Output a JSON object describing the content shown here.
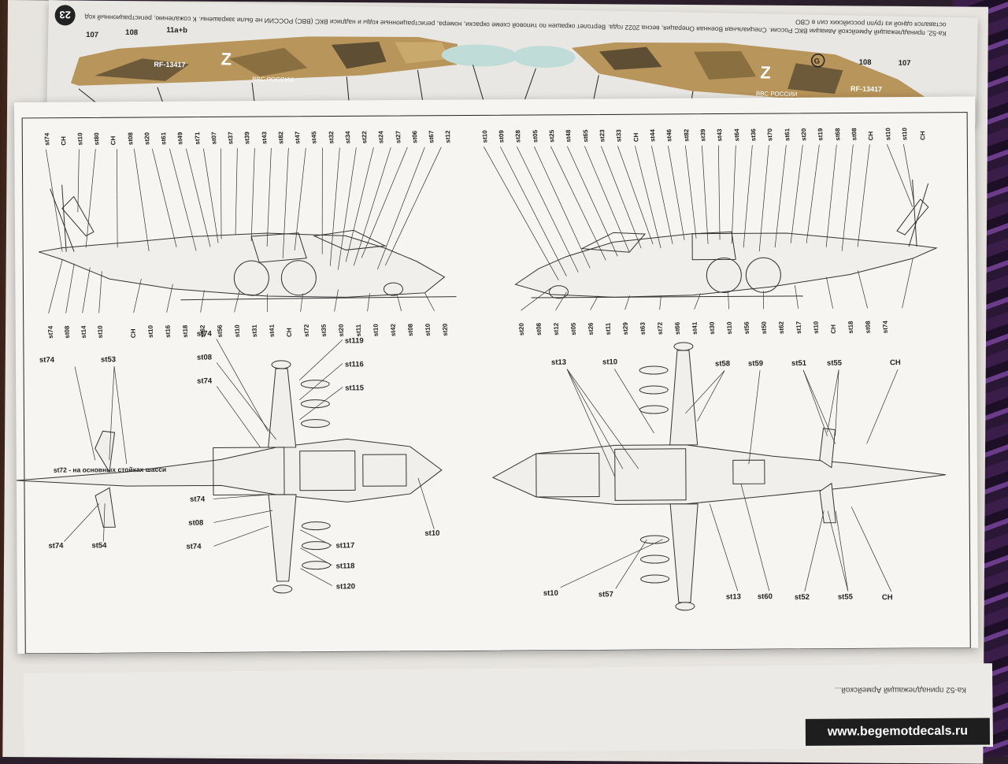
{
  "top_sheet": {
    "page_number": "23",
    "caption": "Ка-52, принадлежащий Армейской Авиации ВКС России. Специальная Военная Операция, весна 2022 года. Вертолет окрашен по типовой схеме окраски, номера, регистрационные коды и надписи ВКС (ВВС) РОССИИ не были закрашены. К сожалению, регистрационный код оставался одной из групп российских сил в СВО",
    "left_heli_labels": [
      "107",
      "108",
      "11a+b"
    ],
    "right_heli_labels": [
      "G",
      "108",
      "107"
    ],
    "left_fuselage_text": "RF-13417",
    "right_fuselage_text": "RF-13417",
    "left_marking": "Z",
    "right_marking": "Z",
    "left_bort_text": "ВВС РОССИИ",
    "right_bort_text": "ВВС РОССИИ"
  },
  "side_left": {
    "top_labels": [
      "st74",
      "CH",
      "st10",
      "st80",
      "CH",
      "st08",
      "st20",
      "st61",
      "st49",
      "st71",
      "st07",
      "st37",
      "st39",
      "st43",
      "st82",
      "st47",
      "st45",
      "st32",
      "st34",
      "st22",
      "st24",
      "st27",
      "st06",
      "st67",
      "st12"
    ],
    "bottom_labels": [
      "st74",
      "st08",
      "st14",
      "st10",
      "CH",
      "st10",
      "st16",
      "st18",
      "st62",
      "st56",
      "st10",
      "st31",
      "st41",
      "CH",
      "st72",
      "st35",
      "st20",
      "st11",
      "st10",
      "st42",
      "st08",
      "st10",
      "st20"
    ]
  },
  "side_right": {
    "top_labels": [
      "st10",
      "st09",
      "st28",
      "st05",
      "st25",
      "st48",
      "st65",
      "st23",
      "st33",
      "CH",
      "st44",
      "st46",
      "st82",
      "st39",
      "st43",
      "st64",
      "st36",
      "st70",
      "st61",
      "st20",
      "st19",
      "st68",
      "st08",
      "CH",
      "st10",
      "st10",
      "CH"
    ],
    "bottom_labels": [
      "st20",
      "st08",
      "st12",
      "st05",
      "st26",
      "st11",
      "st29",
      "st63",
      "st72",
      "st66",
      "st41",
      "st30",
      "st10",
      "st56",
      "st50",
      "st62",
      "st17",
      "st10",
      "CH",
      "st18",
      "st08",
      "st74"
    ]
  },
  "note": "st72 - на основных стойках шасси",
  "plan_top": {
    "labels": [
      "st74",
      "st53",
      "st74",
      "st08",
      "st74",
      "st119",
      "st116",
      "st115",
      "st10",
      "st74",
      "st08",
      "st74",
      "st54",
      "st74",
      "st117",
      "st118",
      "st120"
    ]
  },
  "plan_bottom": {
    "labels": [
      "st13",
      "st10",
      "st58",
      "st59",
      "st51",
      "st55",
      "CH",
      "st10",
      "st57",
      "st13",
      "st60",
      "st52",
      "st55",
      "CH"
    ]
  },
  "website": "www.begemotdecals.ru",
  "bottom_strip_text": "Ка-52 принадлежащий Армейской..."
}
